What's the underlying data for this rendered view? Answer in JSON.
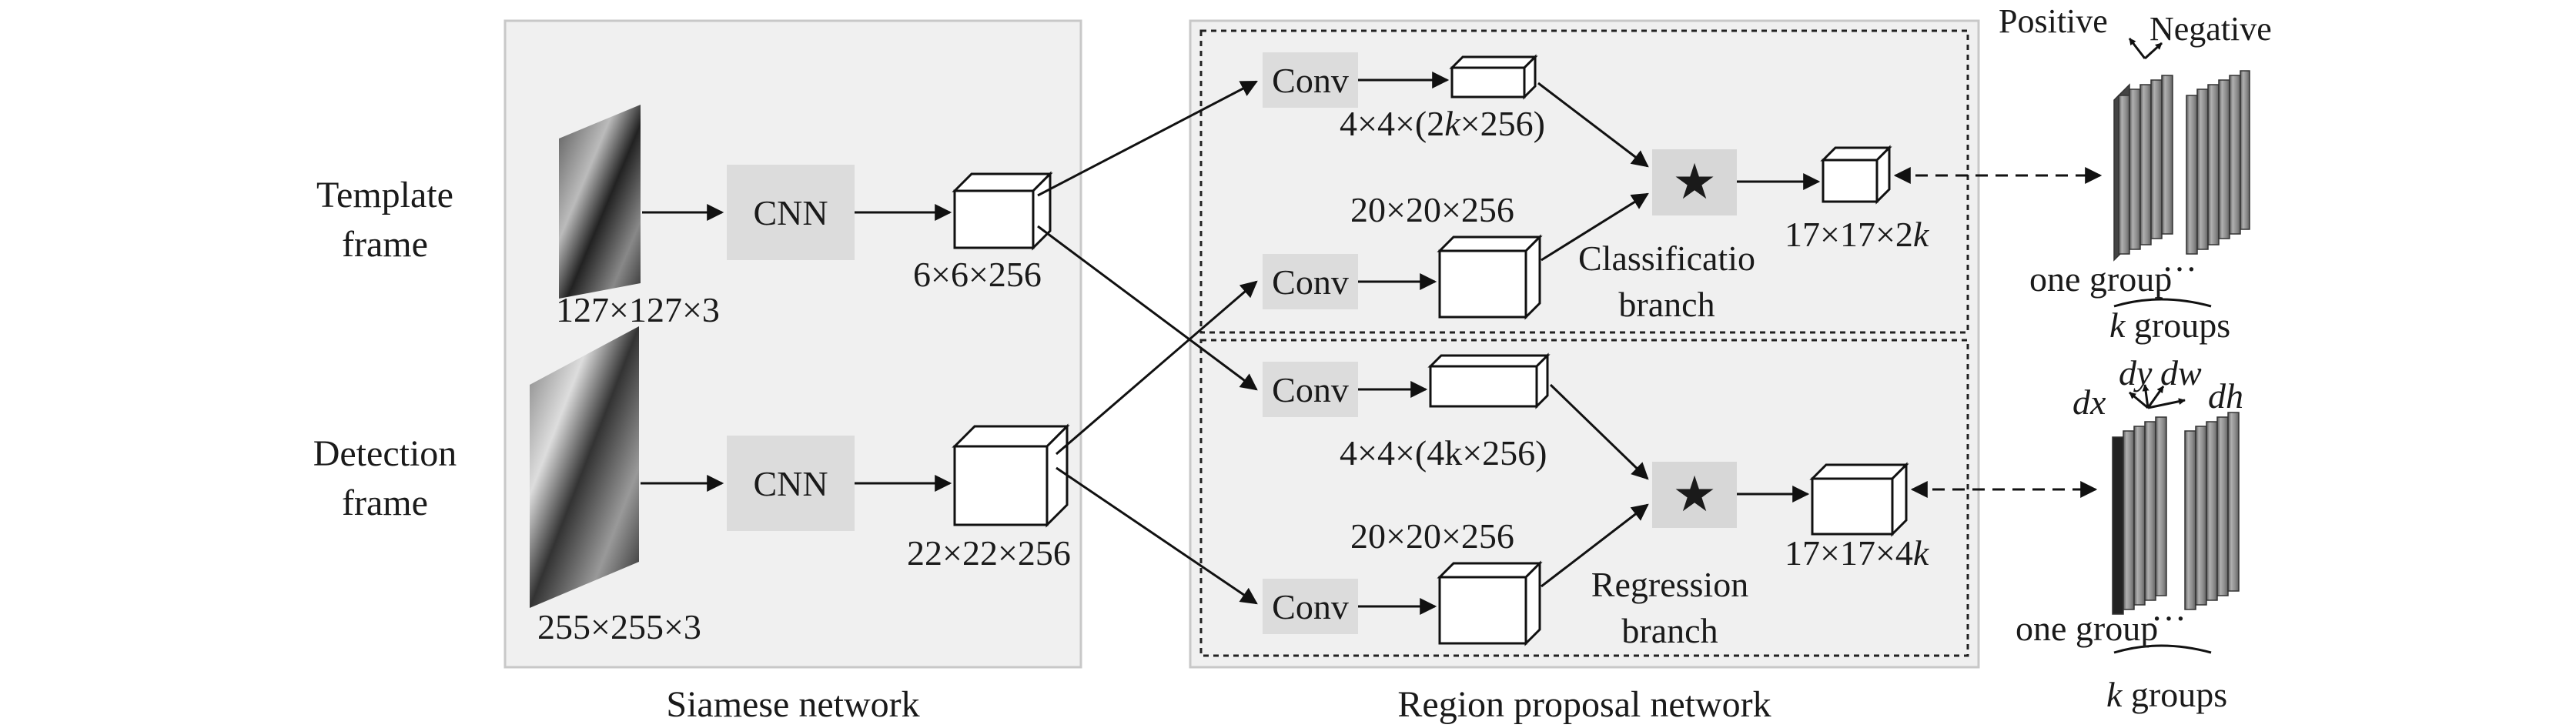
{
  "siamese": {
    "panel_title": "Siamese network",
    "template_label": "Template\nframe",
    "detection_label": "Detection\nframe",
    "template_size": "127×127×3",
    "detection_size": "255×255×3",
    "cnn_label": "CNN",
    "template_feat": "6×6×256",
    "detection_feat": "22×22×256"
  },
  "rpn": {
    "panel_title": "Region proposal network",
    "conv_label": "Conv",
    "corr_symbol": "★",
    "cls": {
      "kernel_prefix": "4×4×(2",
      "kernel_k": "k",
      "kernel_suffix": "×256)",
      "search_feat": "20×20×256",
      "output_prefix": "17×17×2",
      "output_k": "k",
      "branch_label": "Classificatio\nbranch"
    },
    "reg": {
      "kernel_feat": "4×4×(4k×256)",
      "search_feat": "20×20×256",
      "output_prefix": "17×17×4",
      "output_k": "k",
      "branch_label": "Regression\nbranch"
    }
  },
  "outputs": {
    "positive": "Positive",
    "negative": "Negative",
    "dx": "dx",
    "dy": "dy",
    "dw": "dw",
    "dh": "dh",
    "one_group": "one group",
    "dots": "…",
    "groups_k": "k",
    "groups_suffix": " groups"
  }
}
